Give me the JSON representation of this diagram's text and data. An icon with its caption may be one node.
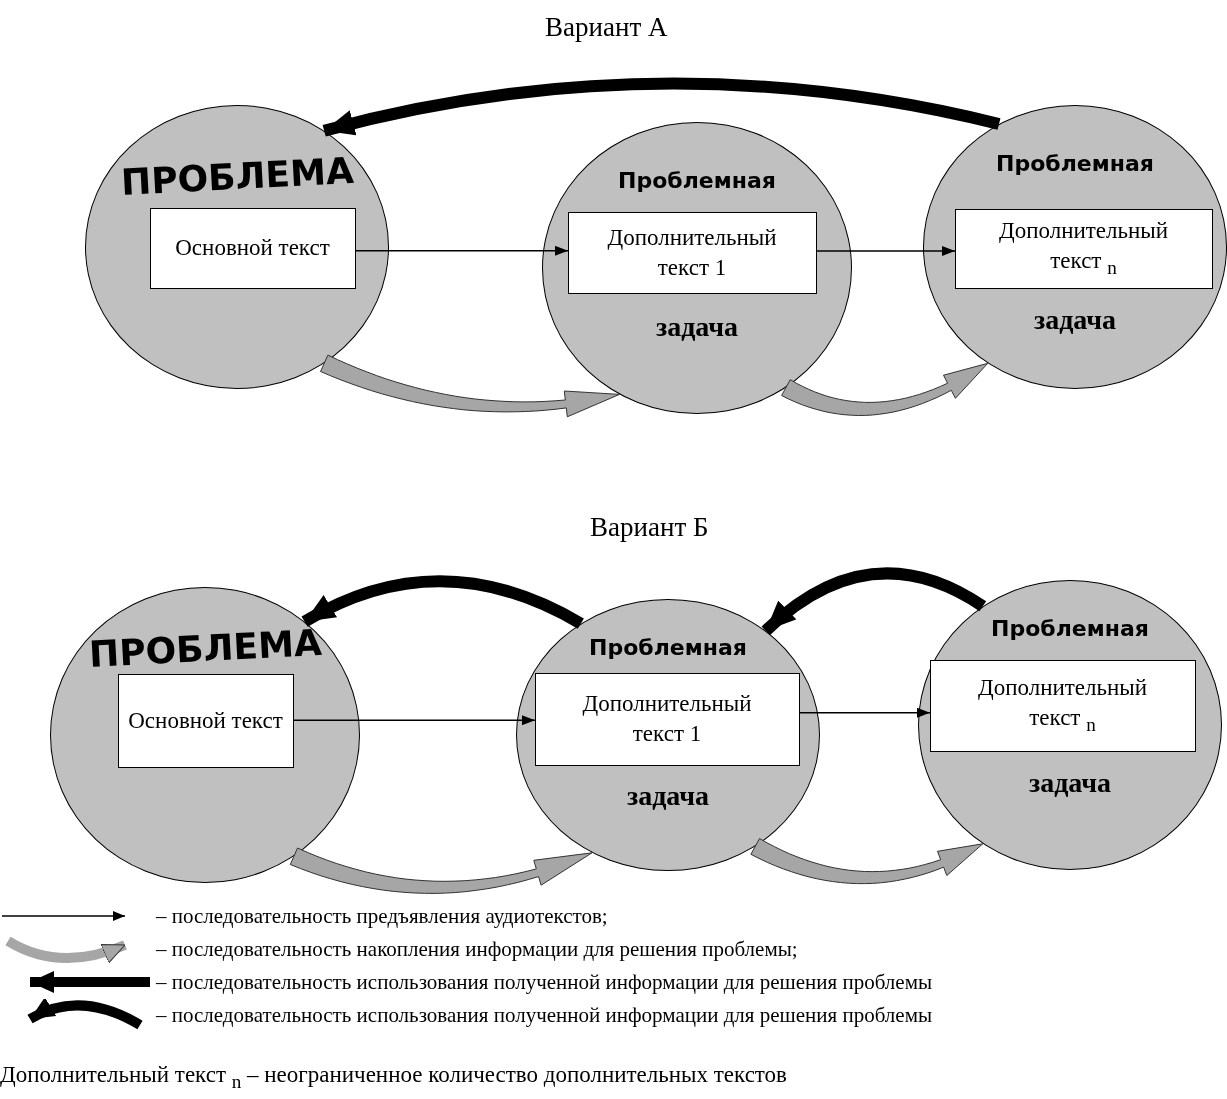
{
  "diagram": {
    "nodes": [
      {
        "text": [
          "ПРОБЛЕМА"
        ]
      },
      {
        "text": [
          "Основной текст"
        ],
        "in": 0
      },
      {
        "text": [
          "Проблемная",
          "задача"
        ]
      },
      {
        "text": [
          "Дополнительный текст 1"
        ],
        "in": 2
      },
      {
        "text": [
          "Проблемная",
          "задача"
        ]
      },
      {
        "text": [
          "Дополнительный текст $_{n}$"
        ],
        "in": 4
      },
      {
        "text": [
          "ПРОБЛЕМА"
        ]
      },
      {
        "text": [
          "Основной текст"
        ],
        "in": 6
      },
      {
        "text": [
          "Проблемная",
          "задача"
        ]
      },
      {
        "text": [
          "Дополнительный текст 1"
        ],
        "in": 8
      },
      {
        "text": [
          "Проблемная",
          "задача"
        ]
      },
      {
        "text": [
          "Дополнительный текст $_{n}$"
        ],
        "in": 10
      }
    ],
    "edges": [
      {
        "from": 1,
        "to": 3,
        "arrow": "to"
      },
      {
        "from": 3,
        "to": 5,
        "arrow": "to"
      },
      {
        "from": 4,
        "to": 0,
        "arrow": "to",
        "style": "thick"
      },
      {
        "from": 0,
        "to": 2,
        "arrow": "to",
        "color": "#a6a6a6"
      },
      {
        "from": 2,
        "to": 4,
        "arrow": "to",
        "color": "#a6a6a6"
      },
      {
        "from": 7,
        "to": 9,
        "arrow": "to"
      },
      {
        "from": 9,
        "to": 11,
        "arrow": "to"
      },
      {
        "from": 8,
        "to": 6,
        "arrow": "to",
        "style": "thick"
      },
      {
        "from": 10,
        "to": 8,
        "arrow": "to",
        "style": "thick"
      },
      {
        "from": 6,
        "to": 8,
        "arrow": "to",
        "color": "#a6a6a6"
      },
      {
        "from": 8,
        "to": 10,
        "arrow": "to",
        "color": "#a6a6a6"
      }
    ],
    "labels": [
      "Вариант А",
      "Вариант Б",
      "Дополнительный текст $_{n}$ – неограниченное количество дополнительных текстов"
    ],
    "legend": [
      {
        "text": "– последовательность предъявления аудиотекстов;"
      },
      {
        "text": "– последовательность накопления информации для решения проблемы;"
      },
      {
        "text": "– последовательность использования полученной информации для решения проблемы"
      },
      {
        "text": "– последовательность использования полученной информации для решения проблемы"
      }
    ]
  }
}
